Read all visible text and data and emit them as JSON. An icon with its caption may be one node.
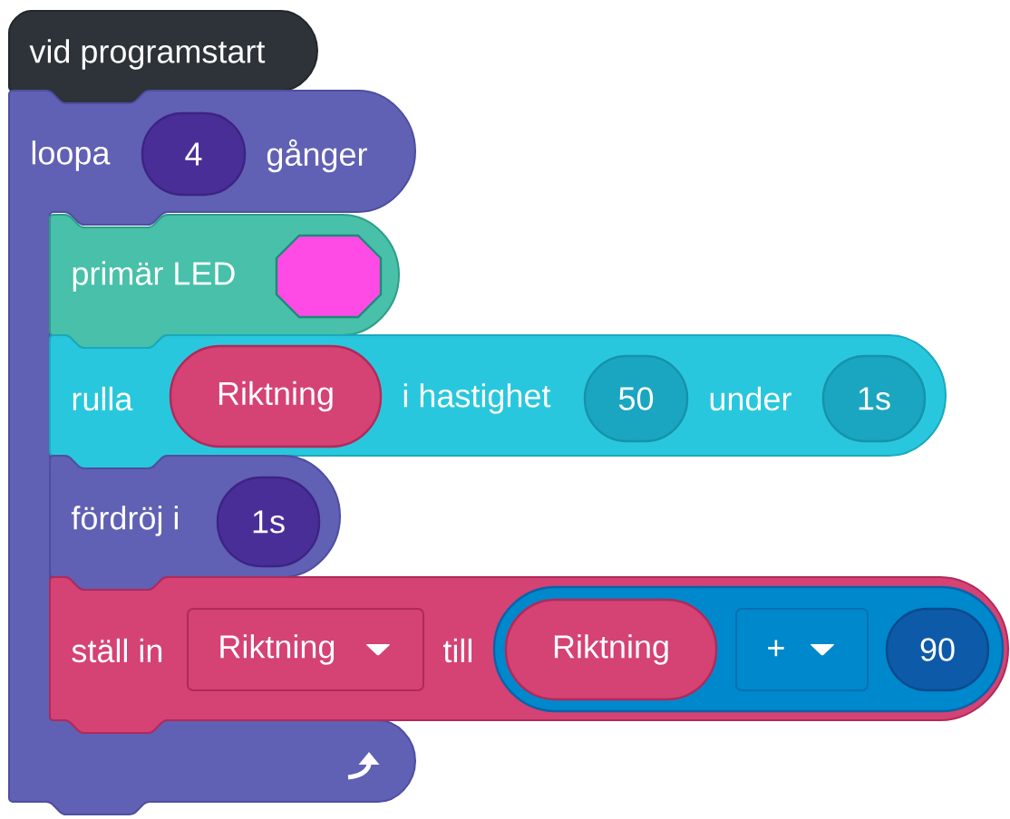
{
  "diagram": {
    "nodes": [
      {
        "text": [
          "vid programstart"
        ]
      },
      {
        "text": [
          "loopa",
          "gånger"
        ]
      },
      {
        "text": [
          "4"
        ],
        "in": 1
      },
      {
        "text": [
          "primär LED"
        ],
        "in": 1
      },
      {
        "text": [],
        "shape": "octagon",
        "in": 3
      },
      {
        "text": [
          "rulla",
          "i hastighet",
          "under"
        ]
      },
      {
        "text": [
          "Riktning"
        ],
        "in": 5
      },
      {
        "text": [
          "50"
        ],
        "in": 5
      },
      {
        "text": [
          "1s"
        ],
        "in": 5
      },
      {
        "text": [
          "fördröj i"
        ],
        "in": 1
      },
      {
        "text": [
          "1s"
        ],
        "in": 9
      },
      {
        "text": [
          "ställ in",
          "till"
        ]
      },
      {
        "text": [
          "Riktning"
        ],
        "in": 11
      },
      {
        "text": [],
        "shape": "box",
        "in": 11
      },
      {
        "text": [
          "Riktning"
        ],
        "in": 13
      },
      {
        "text": [
          "+"
        ],
        "in": 13
      },
      {
        "text": [
          "90"
        ],
        "in": 13
      }
    ]
  }
}
